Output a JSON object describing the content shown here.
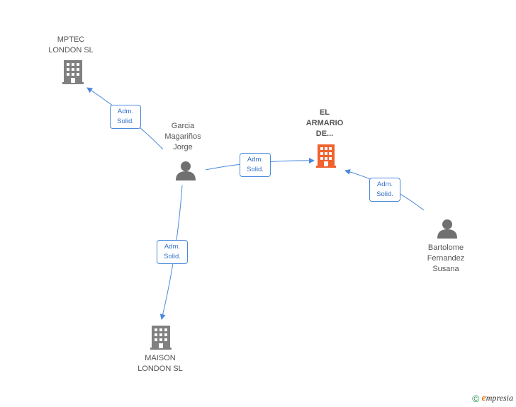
{
  "colors": {
    "edge": "#4a89dc",
    "company": "#808080",
    "focus_company": "#f0622e",
    "person": "#707070"
  },
  "nodes": {
    "mptec": {
      "label": "MPTEC\nLONDON SL",
      "type": "company"
    },
    "armario": {
      "label": "EL\nARMARIO\nDE...",
      "type": "focus_company"
    },
    "maison": {
      "label": "MAISON\nLONDON SL",
      "type": "company"
    },
    "garcia": {
      "label": "Garcia\nMagariños\nJorge",
      "type": "person"
    },
    "bartolome": {
      "label": "Bartolome\nFernandez\nSusana",
      "type": "person"
    }
  },
  "edges": [
    {
      "from": "garcia",
      "to": "mptec",
      "line1": "Adm.",
      "line2": "Solid."
    },
    {
      "from": "garcia",
      "to": "armario",
      "line1": "Adm.",
      "line2": "Solid."
    },
    {
      "from": "garcia",
      "to": "maison",
      "line1": "Adm.",
      "line2": "Solid."
    },
    {
      "from": "bartolome",
      "to": "armario",
      "line1": "Adm.",
      "line2": "Solid."
    }
  ],
  "footer": {
    "copyright": "©",
    "brand_e": "e",
    "brand_rest": "mpresia"
  }
}
